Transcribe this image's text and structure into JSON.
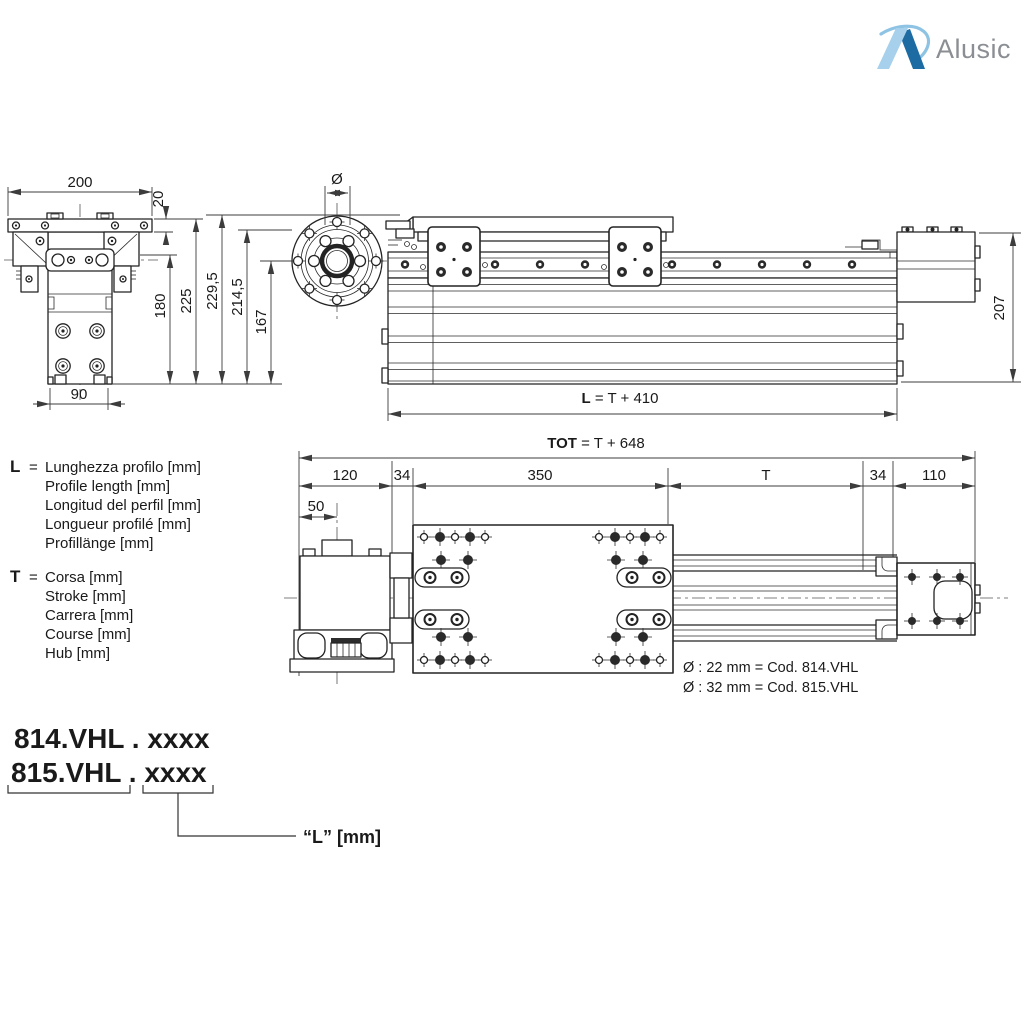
{
  "logo": {
    "brand": "Alusic"
  },
  "front_view": {
    "width": "200",
    "plate": "20",
    "base": "90",
    "d180": "180",
    "d225": "225"
  },
  "flange_view": {
    "dia": "Ø",
    "d229": "229,5",
    "d214": "214,5",
    "d167": "167"
  },
  "side_view": {
    "d207": "207",
    "len_bold": "L",
    "len_rest": " = T + 410"
  },
  "top_view": {
    "tot_bold": "TOT",
    "tot_rest": " = T + 648",
    "d120": "120",
    "d34a": "34",
    "d350": "350",
    "dT": "T",
    "d34b": "34",
    "d110": "110",
    "d50": "50",
    "note1": "Ø : 22 mm = Cod. 814.VHL",
    "note2": "Ø : 32 mm = Cod. 815.VHL"
  },
  "legend": {
    "l_key": "L",
    "t_key": "T",
    "eq": "=",
    "l_lines": [
      "Lunghezza profilo [mm]",
      "Profile length [mm]",
      "Longitud del perfil [mm]",
      "Longueur profilé [mm]",
      "Profillänge [mm]"
    ],
    "t_lines": [
      "Corsa [mm]",
      "Stroke [mm]",
      "Carrera [mm]",
      "Course [mm]",
      "Hub [mm]"
    ]
  },
  "codes": {
    "c814": "814.VHL . xxxx",
    "c815": "815.VHL . xxxx",
    "callout": "“L” [mm]"
  },
  "colors": {
    "line": "#232323",
    "logo_light": "#a6d0eb",
    "logo_dark": "#1d6ba3",
    "logo_arc": "#8fc3e4",
    "brand_text": "#8b8e92"
  }
}
